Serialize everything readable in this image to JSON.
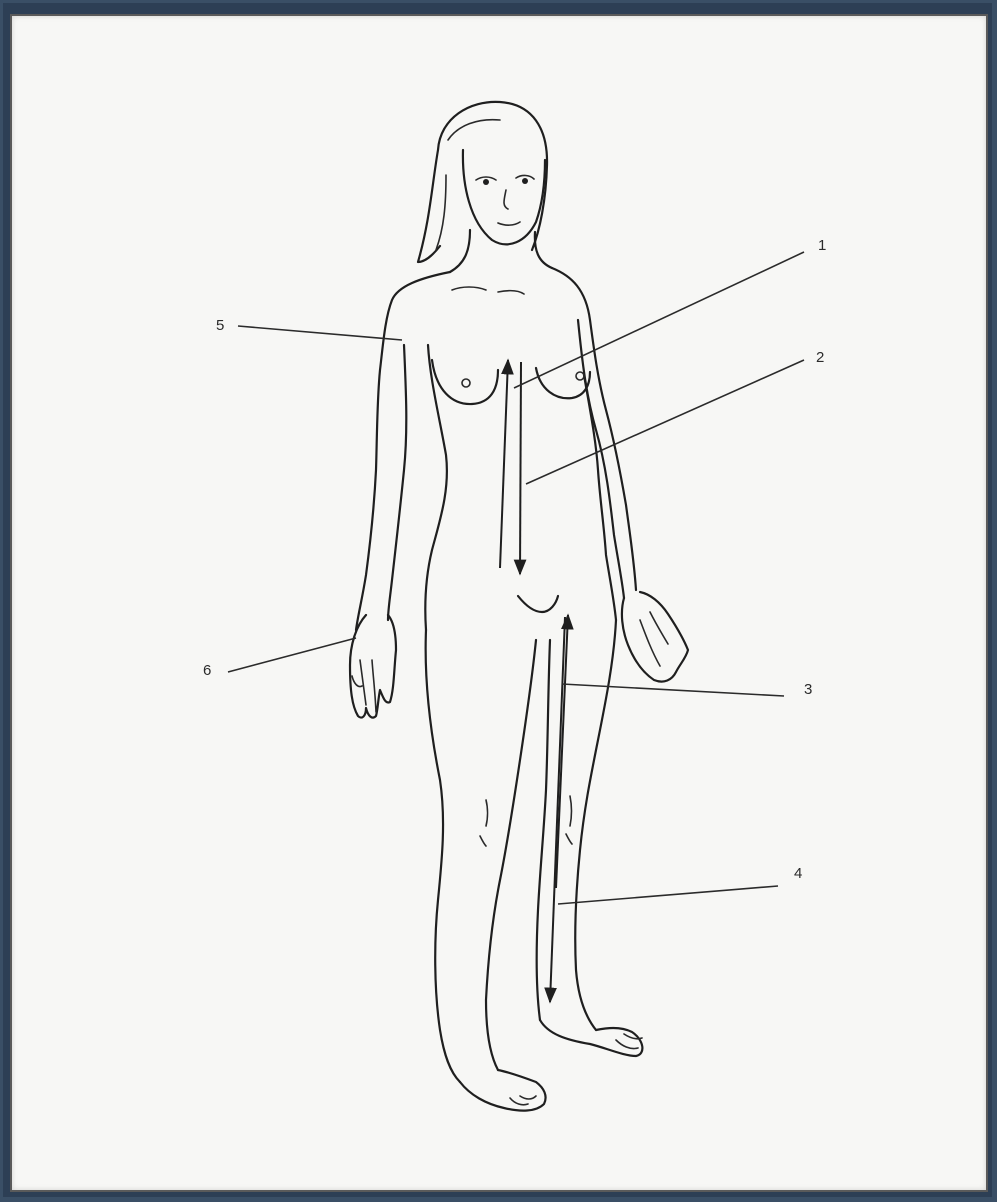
{
  "labels": {
    "l1": "1",
    "l2": "2",
    "l3": "3",
    "l4": "4",
    "l5": "5",
    "l6": "6"
  },
  "colors": {
    "background": "#f7f7f5",
    "frame": "#2d3f55",
    "line": "#1f1f1f"
  }
}
